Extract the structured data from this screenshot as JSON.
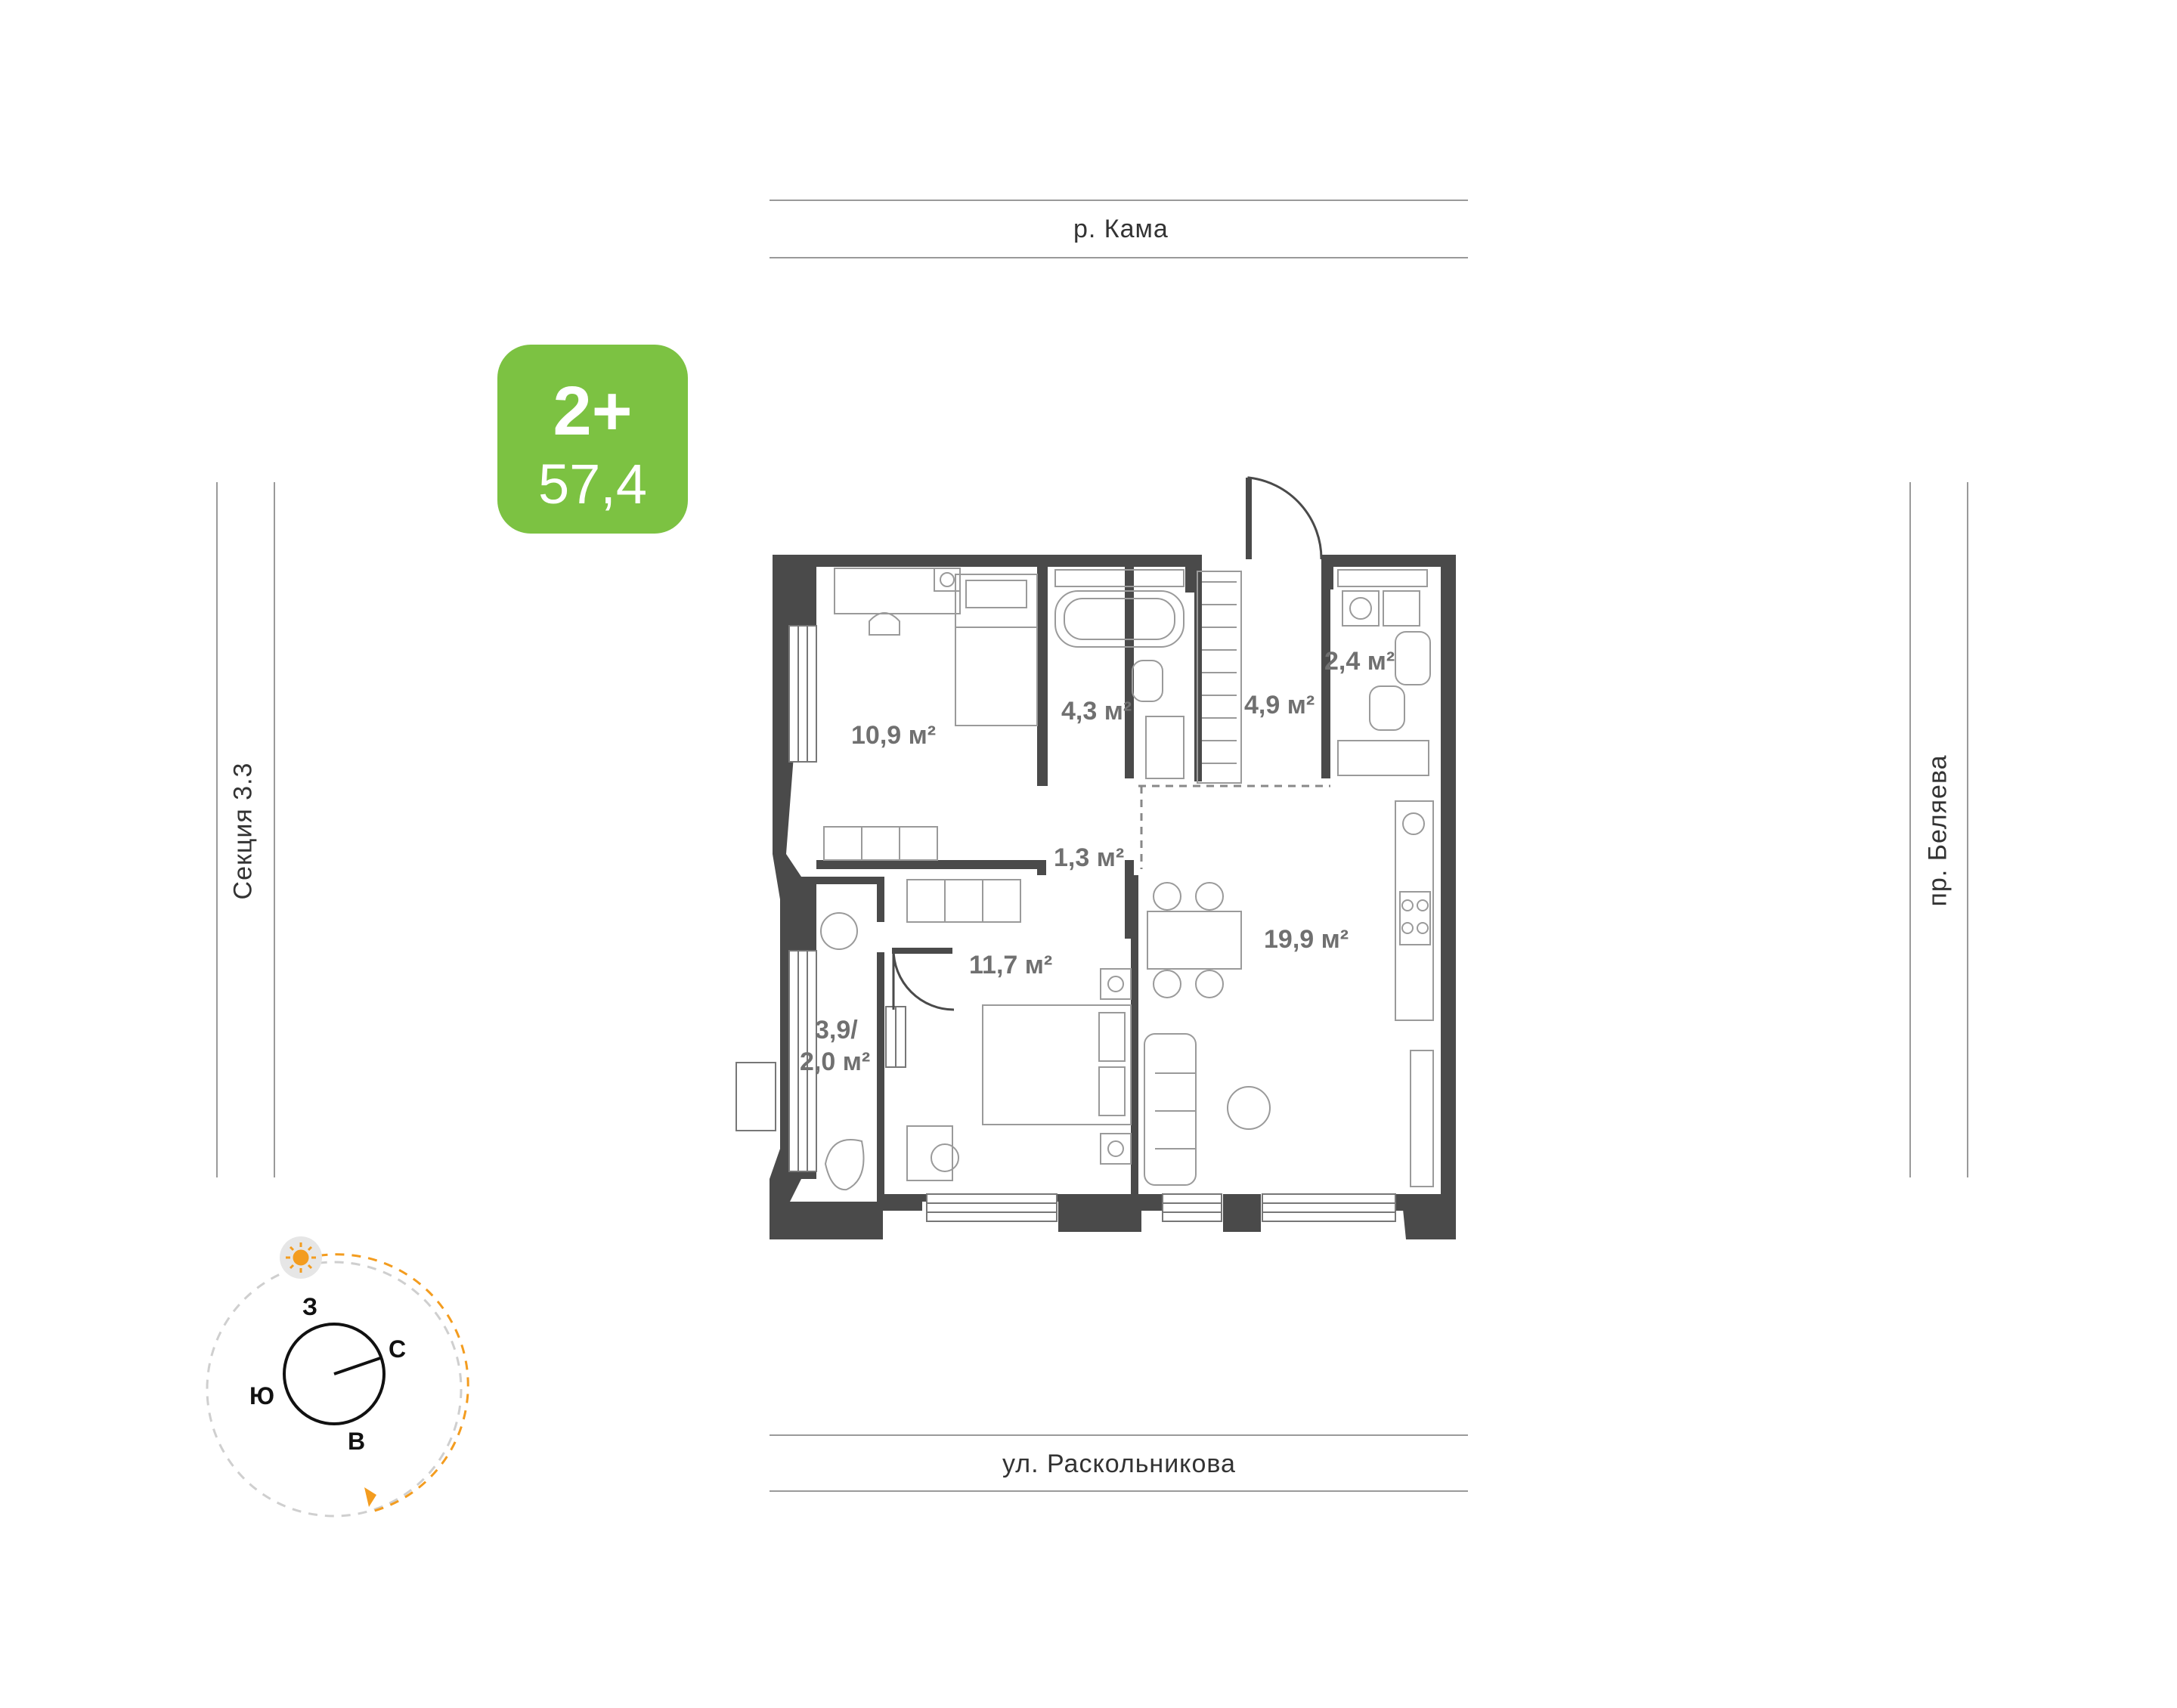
{
  "apartment": {
    "rooms_label": "2+",
    "total_area": "57,4",
    "badge_color": "#7cc242"
  },
  "streets": {
    "top": "р. Кама",
    "bottom": "ул. Раскольникова",
    "left": "Секция 3.3",
    "right": "пр. Беляева"
  },
  "rooms": [
    {
      "id": "bedroom-1",
      "label": "10,9 м²"
    },
    {
      "id": "bathroom",
      "label": "4,3 м²"
    },
    {
      "id": "hall",
      "label": "4,9 м²"
    },
    {
      "id": "wc",
      "label": "2,4 м²"
    },
    {
      "id": "corridor",
      "label": "1,3 м²"
    },
    {
      "id": "kitchen-living",
      "label": "19,9 м²"
    },
    {
      "id": "bedroom-2",
      "label": "11,7 м²"
    },
    {
      "id": "loggia",
      "label_line1": "3,9/",
      "label_line2": "2,0 м²"
    }
  ],
  "compass": {
    "north": "С",
    "south": "Ю",
    "west": "З",
    "east": "В",
    "sun_color": "#f39c1f",
    "icon": "sun-icon"
  },
  "colors": {
    "wall": "#4a4a4a",
    "furniture": "#9a9a9a",
    "label": "#707070"
  }
}
